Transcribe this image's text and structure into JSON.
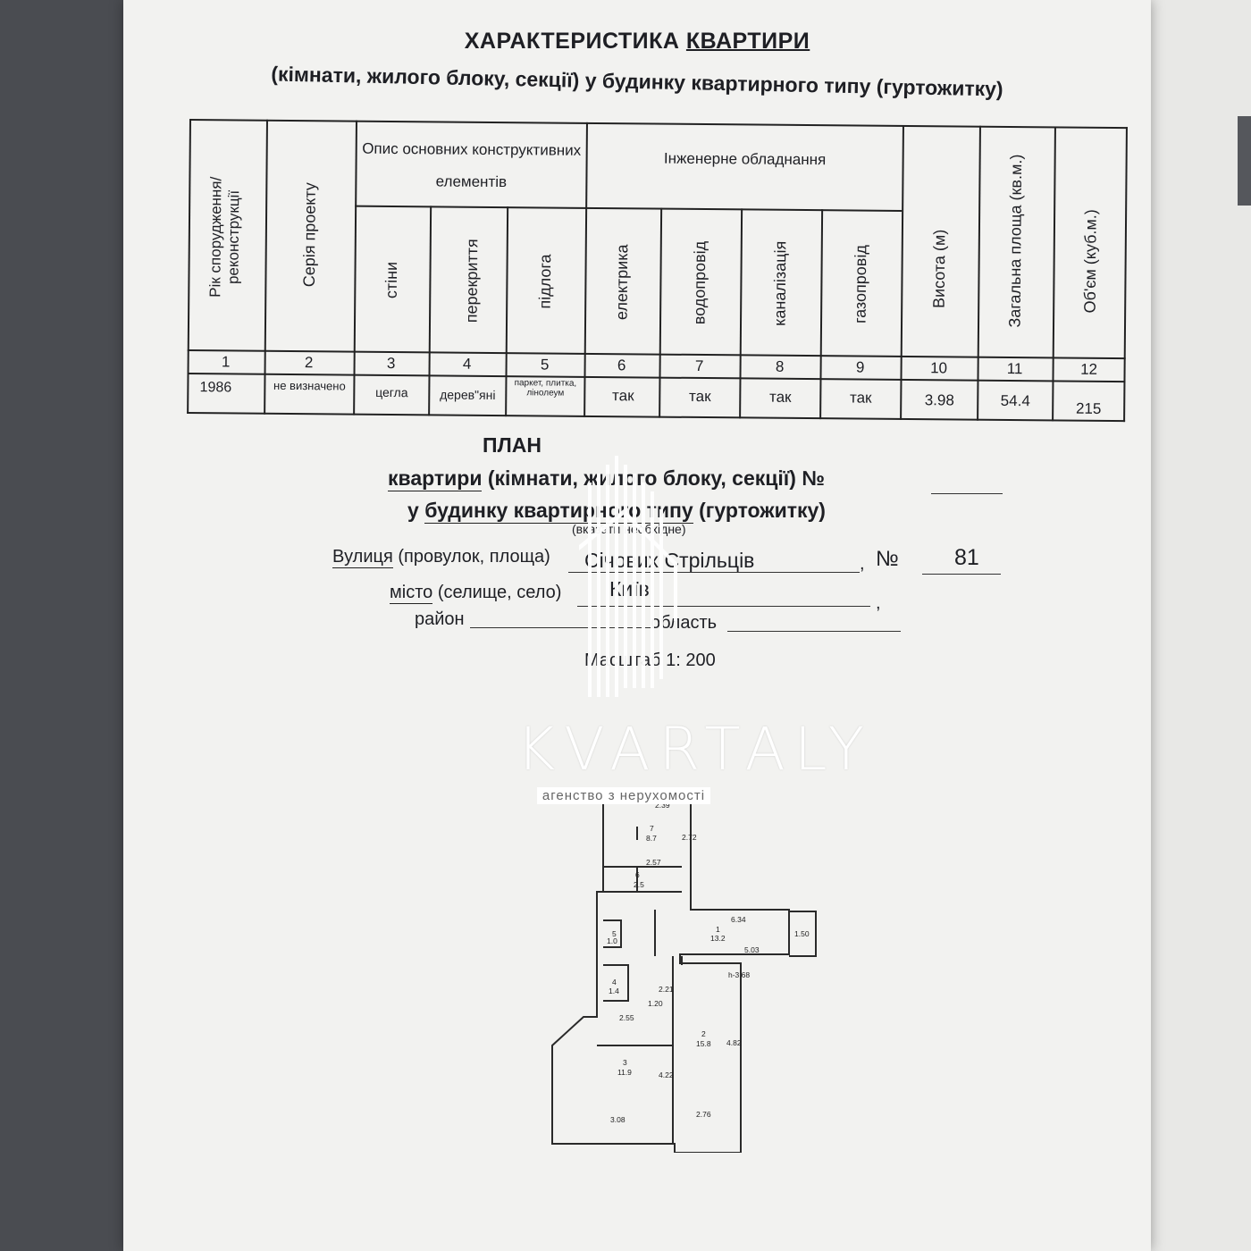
{
  "doc": {
    "title_main": "ХАРАКТЕРИСТИКА ",
    "title_main_u": "КВАРТИРИ",
    "title_sub": "(кімнати, жилого блоку, секції) у будинку квартирного типу (гуртожитку)"
  },
  "table": {
    "group_opys": "Опис основних конструктивних елементів",
    "group_inzh": "Інженерне обладнання",
    "columns": [
      "Рік спорудження/ реконструкції",
      "Серія проекту",
      "стіни",
      "перекриття",
      "підлога",
      "електрика",
      "водопровід",
      "каналізація",
      "газопровід",
      "Висота (м)",
      "Загальна площа (кв.м.)",
      "Об'єм (куб.м.)"
    ],
    "numbers": [
      "1",
      "2",
      "3",
      "4",
      "5",
      "6",
      "7",
      "8",
      "9",
      "10",
      "11",
      "12"
    ],
    "row": [
      "1986",
      "не визначено",
      "цегла",
      "дерев\"яні",
      "паркет, плитка, лінолеум",
      "так",
      "так",
      "так",
      "так",
      "3.98",
      "54.4",
      "215"
    ]
  },
  "plan": {
    "title": "ПЛАН",
    "line1_u": "квартири",
    "line1": " (кімнати, жилого блоку, секції) №",
    "line2_a": "у ",
    "line2_u": "будинку квартирного типу",
    "line2_b": " (гуртожитку)",
    "hint": "(вказати необхідне)",
    "street_label_u": "Вулиця",
    "street_label": " (провулок, площа)",
    "street_value": "Січових Стрільців",
    "number_label": "№",
    "number_value": "81",
    "city_label_u": "місто",
    "city_label": " (селище, село)",
    "city_value": "Київ",
    "district_label": "район",
    "region_label": "область",
    "scale": "Масштаб 1: 200"
  },
  "watermark": {
    "brand": "KVARTALY",
    "sub": "агенство з нерухомості"
  },
  "floorplan": {
    "labels": [
      "2.39",
      "7",
      "8.7",
      "2.72",
      "2.57",
      "6",
      "2.5",
      "6.34",
      "5",
      "1.0",
      "1",
      "13.2",
      "5.03",
      "1.50",
      "h-3.68",
      "4",
      "1.4",
      "2.21",
      "1.20",
      "2.55",
      "2",
      "15.8",
      "4.82",
      "3",
      "11.9",
      "4.22",
      "3.08",
      "2.76"
    ]
  }
}
